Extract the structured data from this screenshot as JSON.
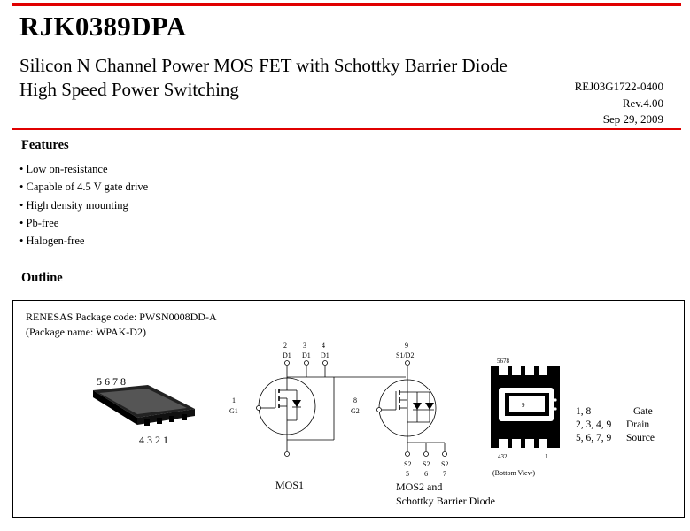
{
  "header": {
    "part_number": "RJK0389DPA",
    "subtitle_1": "Silicon N Channel Power MOS FET with Schottky Barrier Diode",
    "subtitle_2": "High Speed Power Switching",
    "doc_number": "REJ03G1722-0400",
    "revision": "Rev.4.00",
    "date": "Sep 29, 2009"
  },
  "features": {
    "heading": "Features",
    "items": [
      "Low on-resistance",
      "Capable of 4.5 V gate drive",
      "High density mounting",
      "Pb-free",
      "Halogen-free"
    ]
  },
  "outline": {
    "heading": "Outline",
    "package_code": "RENESAS Package code: PWSN0008DD-A",
    "package_name": "(Package name: WPAK-D2)",
    "package_top_pins": "5 6 7 8",
    "package_bottom_pins": "4 3 2 1",
    "mos1": {
      "label": "MOS1",
      "drain_pins": [
        "2",
        "3",
        "4"
      ],
      "drain_label": "D1",
      "gate_pin": "1",
      "gate_label": "G1"
    },
    "mos2": {
      "label_1": "MOS2 and",
      "label_2": "Schottky Barrier Diode",
      "top_pin": "9",
      "top_label": "S1/D2",
      "gate_pin": "8",
      "gate_label": "G2",
      "source_label": "S2",
      "source_pins": [
        "5",
        "6",
        "7"
      ]
    },
    "bottom_view": {
      "label": "(Bottom View)",
      "top_pins": "5678",
      "center_pin": "9",
      "bottom_pins": "432",
      "right_pin": "1"
    },
    "pin_legend": [
      {
        "pins": "1, 8",
        "name": "Gate"
      },
      {
        "pins": "2, 3, 4, 9",
        "name": "Drain"
      },
      {
        "pins": "5, 6, 7, 9",
        "name": "Source"
      }
    ]
  }
}
